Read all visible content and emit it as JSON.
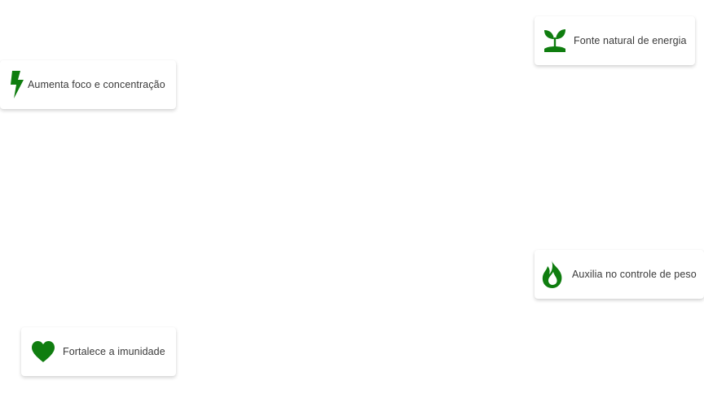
{
  "benefits": {
    "focus": {
      "label": "Aumenta foco e concentração",
      "icon": "lightning-bolt-icon"
    },
    "energy": {
      "label": "Fonte natural de energia",
      "icon": "sprout-icon"
    },
    "weight": {
      "label": "Auxilia no controle de peso",
      "icon": "flame-icon"
    },
    "immunity": {
      "label": "Fortalece a imunidade",
      "icon": "heart-icon"
    }
  },
  "colors": {
    "accent": "#0f7d0f",
    "text": "#3a3a3a",
    "background": "#ffffff"
  }
}
